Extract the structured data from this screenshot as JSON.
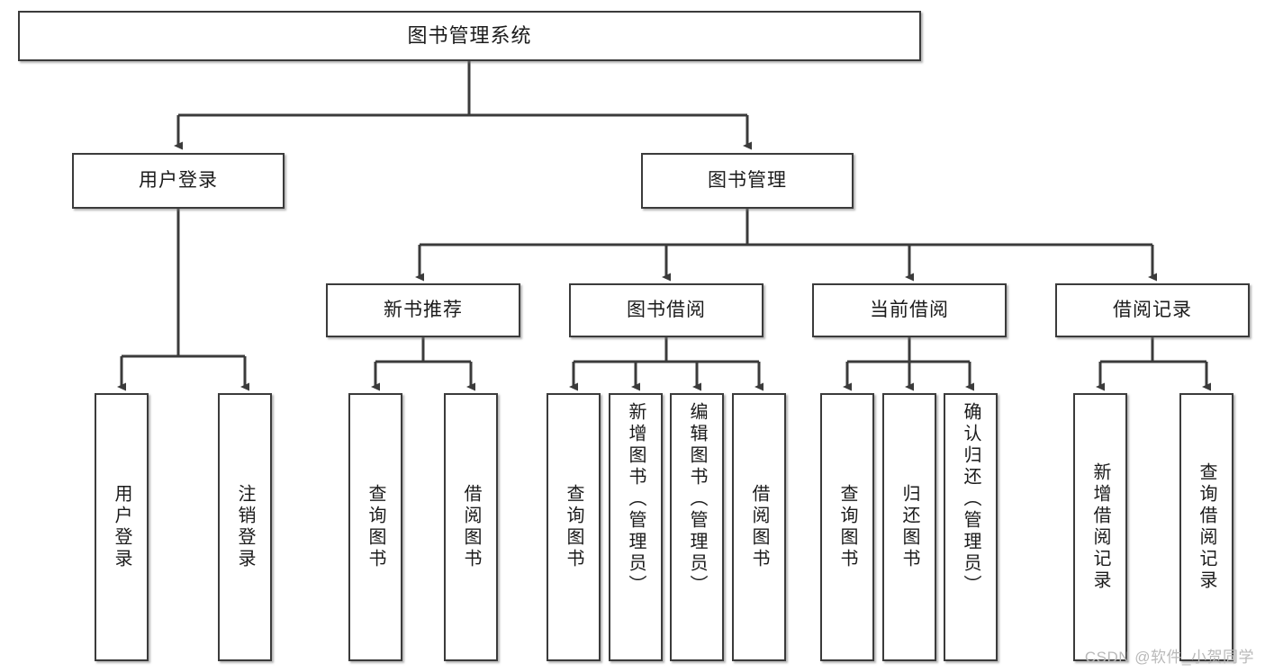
{
  "diagram": {
    "type": "tree-hierarchy-diagram",
    "title": "图书管理系统",
    "watermark": "CSDN @软件_小贺同学",
    "colors": {
      "box_border": "#3b3b3b",
      "box_fill": "#ffffff",
      "connector": "#3b3b3b",
      "text": "#1b1b1b",
      "watermark": "#b9b9b9"
    },
    "levels": {
      "level1": [
        {
          "id": "root",
          "label": "图书管理系统"
        }
      ],
      "level2": [
        {
          "id": "user-login",
          "label": "用户登录"
        },
        {
          "id": "book-management",
          "label": "图书管理"
        }
      ],
      "level3": [
        {
          "id": "new-book-recommend",
          "label": "新书推荐",
          "parent": "book-management"
        },
        {
          "id": "book-borrow",
          "label": "图书借阅",
          "parent": "book-management"
        },
        {
          "id": "current-borrow",
          "label": "当前借阅",
          "parent": "book-management"
        },
        {
          "id": "borrow-record",
          "label": "借阅记录",
          "parent": "book-management"
        }
      ],
      "level4": [
        {
          "id": "leaf-user-login",
          "label": "用户登录",
          "parent": "user-login"
        },
        {
          "id": "leaf-logout",
          "label": "注销登录",
          "parent": "user-login"
        },
        {
          "id": "leaf-query-book-1",
          "label": "查询图书",
          "parent": "new-book-recommend"
        },
        {
          "id": "leaf-borrow-book-1",
          "label": "借阅图书",
          "parent": "new-book-recommend"
        },
        {
          "id": "leaf-query-book-2",
          "label": "查询图书",
          "parent": "book-borrow"
        },
        {
          "id": "leaf-add-book",
          "label": "新增图书（管理员）",
          "parent": "book-borrow"
        },
        {
          "id": "leaf-edit-book",
          "label": "编辑图书（管理员）",
          "parent": "book-borrow"
        },
        {
          "id": "leaf-borrow-book-2",
          "label": "借阅图书",
          "parent": "book-borrow"
        },
        {
          "id": "leaf-query-book-3",
          "label": "查询图书",
          "parent": "current-borrow"
        },
        {
          "id": "leaf-return-book",
          "label": "归还图书",
          "parent": "current-borrow"
        },
        {
          "id": "leaf-confirm-return",
          "label": "确认归还（管理员）",
          "parent": "current-borrow"
        },
        {
          "id": "leaf-add-record",
          "label": "新增借阅记录",
          "parent": "borrow-record"
        },
        {
          "id": "leaf-query-record",
          "label": "查询借阅记录",
          "parent": "borrow-record"
        }
      ]
    }
  }
}
